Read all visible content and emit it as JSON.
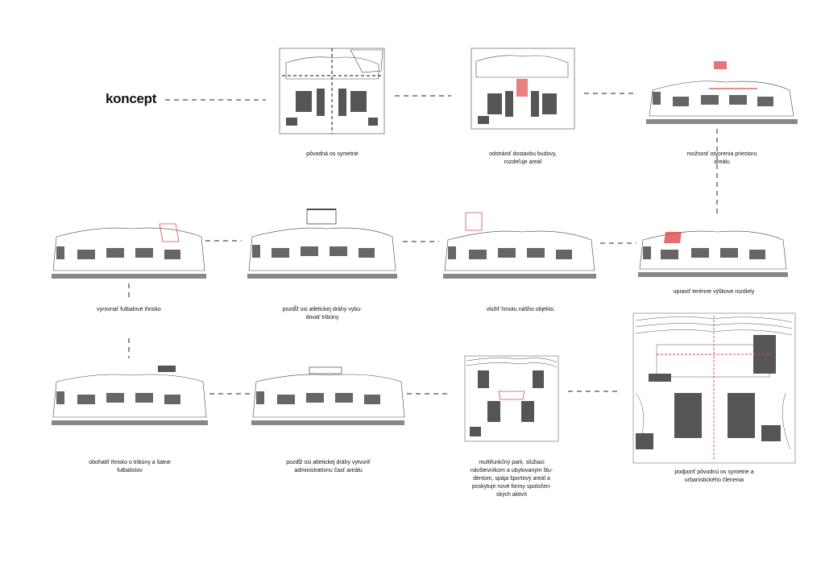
{
  "title": "koncept",
  "steps": [
    {
      "caption": "pôvodná os symetrie",
      "view": "plan",
      "highlight": "axis"
    },
    {
      "caption": "odstrániť dostavbu budovy,\nrozdeľuje areál",
      "view": "plan",
      "highlight": "red-block"
    },
    {
      "caption": "možnosť otvorenia priestoru\nareálu",
      "view": "axonometric",
      "highlight": "red-top"
    },
    {
      "caption": "upraviť terénne výškove rozdiely",
      "view": "axonometric",
      "highlight": "red-left"
    },
    {
      "caption": "vložiť hmotu nášho objektu",
      "view": "axonometric",
      "highlight": "new-mass"
    },
    {
      "caption": "pozdĺž osi atletickej dráhy vybu-\ndovať tribúny",
      "view": "axonometric",
      "highlight": "tribune"
    },
    {
      "caption": "vyrovnať futbalové ihrisko",
      "view": "axonometric",
      "highlight": "red-right"
    },
    {
      "caption": "obohatiť ihrisko o tribúny a šatne\nfutbalistov",
      "view": "axonometric",
      "highlight": "stand"
    },
    {
      "caption": "pozdĺž osi atletickej dráhy vytvoriť\nadministratívnu časť areálu",
      "view": "axonometric",
      "highlight": "admin"
    },
    {
      "caption": "multifunkčný park, slúžiaci\nnávštevníkom a ubytovaným štu-\ndentom, spája športový areál a\nposkytuje nové formy spoločen-\nských aktivít",
      "view": "plan",
      "highlight": "park"
    },
    {
      "caption": "podporiť pôvodnú os symetrie a\nurbanistického členenia",
      "view": "plan-large",
      "highlight": "axis-red"
    }
  ],
  "colors": {
    "accent": "#e04848",
    "line": "#333333",
    "shadow": "#888888"
  }
}
